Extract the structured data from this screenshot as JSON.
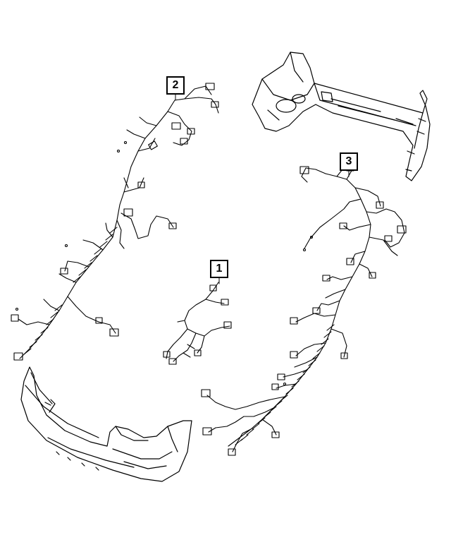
{
  "diagram": {
    "callouts": [
      {
        "id": "1",
        "label": "1"
      },
      {
        "id": "2",
        "label": "2"
      },
      {
        "id": "3",
        "label": "3"
      }
    ],
    "stroke_color": "#000000",
    "background_color": "#ffffff"
  }
}
